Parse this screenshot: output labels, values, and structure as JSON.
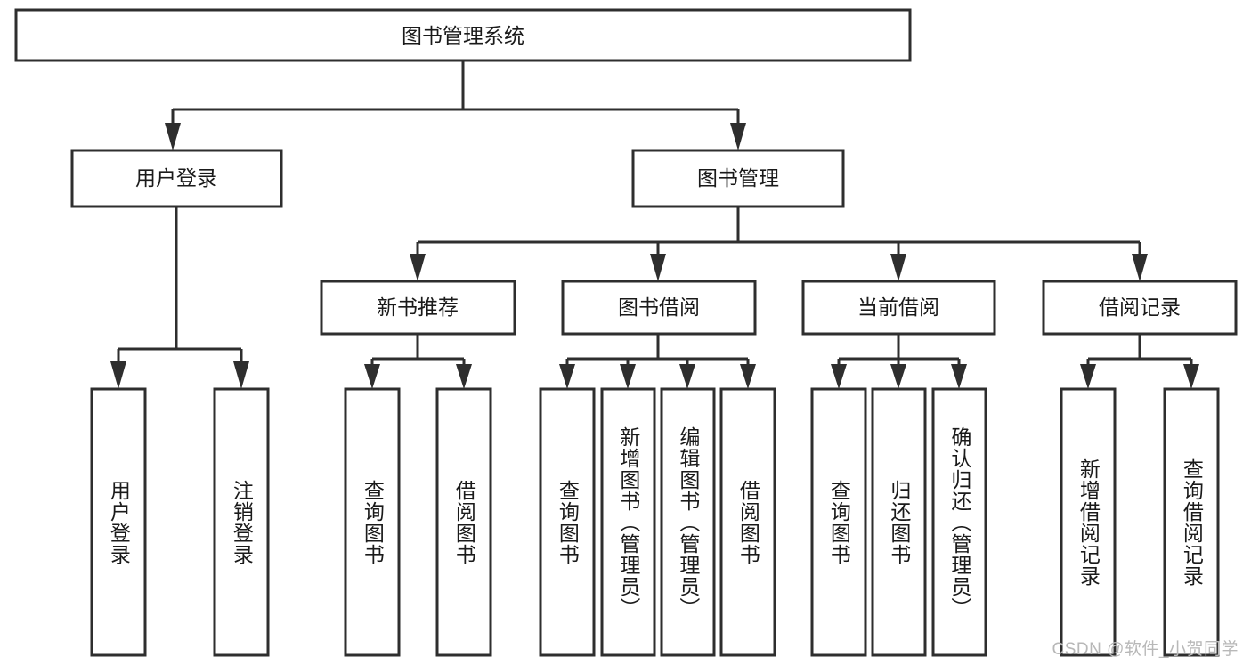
{
  "diagram": {
    "title": "图书管理系统",
    "type": "hierarchy-tree",
    "watermark": "CSDN @软件_小贺同学",
    "colors": {
      "stroke": "#2e2e2e",
      "box_fill": "#ffffff",
      "text": "#1a1a1a",
      "background": "#ffffff",
      "watermark": "#b8b8b8"
    },
    "root": {
      "label": "图书管理系统",
      "orientation": "horizontal"
    },
    "level2": [
      {
        "label": "用户登录",
        "orientation": "horizontal"
      },
      {
        "label": "图书管理",
        "orientation": "horizontal"
      }
    ],
    "level3": [
      {
        "label": "新书推荐",
        "orientation": "horizontal",
        "parent": "图书管理"
      },
      {
        "label": "图书借阅",
        "orientation": "horizontal",
        "parent": "图书管理"
      },
      {
        "label": "当前借阅",
        "orientation": "horizontal",
        "parent": "图书管理"
      },
      {
        "label": "借阅记录",
        "orientation": "horizontal",
        "parent": "图书管理"
      }
    ],
    "leaves": [
      {
        "label": "用户登录",
        "orientation": "vertical",
        "parent": "用户登录"
      },
      {
        "label": "注销登录",
        "orientation": "vertical",
        "parent": "用户登录"
      },
      {
        "label": "查询图书",
        "orientation": "vertical",
        "parent": "新书推荐"
      },
      {
        "label": "借阅图书",
        "orientation": "vertical",
        "parent": "新书推荐"
      },
      {
        "label": "查询图书",
        "orientation": "vertical",
        "parent": "图书借阅"
      },
      {
        "label": "新增图书（管理员）",
        "orientation": "vertical",
        "parent": "图书借阅"
      },
      {
        "label": "编辑图书（管理员）",
        "orientation": "vertical",
        "parent": "图书借阅"
      },
      {
        "label": "借阅图书",
        "orientation": "vertical",
        "parent": "图书借阅"
      },
      {
        "label": "查询图书",
        "orientation": "vertical",
        "parent": "当前借阅"
      },
      {
        "label": "归还图书",
        "orientation": "vertical",
        "parent": "当前借阅"
      },
      {
        "label": "确认归还（管理员）",
        "orientation": "vertical",
        "parent": "当前借阅"
      },
      {
        "label": "新增借阅记录",
        "orientation": "vertical",
        "parent": "借阅记录"
      },
      {
        "label": "查询借阅记录",
        "orientation": "vertical",
        "parent": "借阅记录"
      }
    ]
  }
}
